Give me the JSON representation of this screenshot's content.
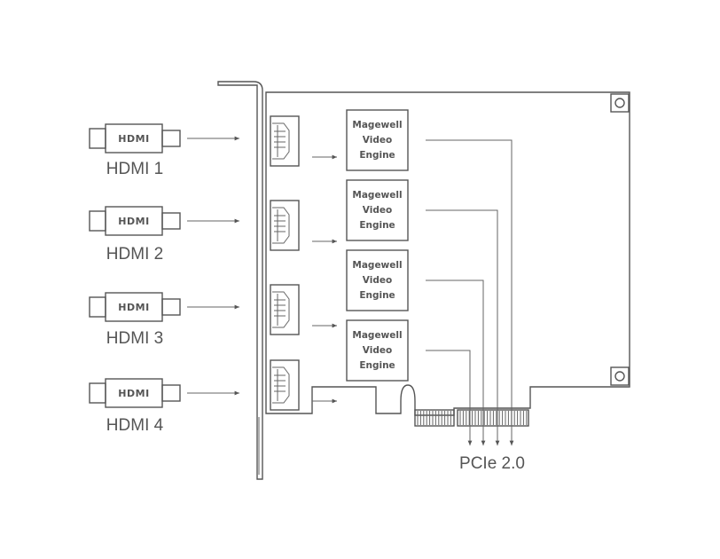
{
  "cables": [
    {
      "logo": "HDMI",
      "label": "HDMI 1"
    },
    {
      "logo": "HDMI",
      "label": "HDMI 2"
    },
    {
      "logo": "HDMI",
      "label": "HDMI 3"
    },
    {
      "logo": "HDMI",
      "label": "HDMI 4"
    }
  ],
  "engines": [
    {
      "line1": "Magewell",
      "line2": "Video",
      "line3": "Engine"
    },
    {
      "line1": "Magewell",
      "line2": "Video",
      "line3": "Engine"
    },
    {
      "line1": "Magewell",
      "line2": "Video",
      "line3": "Engine"
    },
    {
      "line1": "Magewell",
      "line2": "Video",
      "line3": "Engine"
    }
  ],
  "bus": {
    "label": "PCIe 2.0"
  },
  "colors": {
    "stroke": "#555555",
    "background": "#ffffff"
  }
}
